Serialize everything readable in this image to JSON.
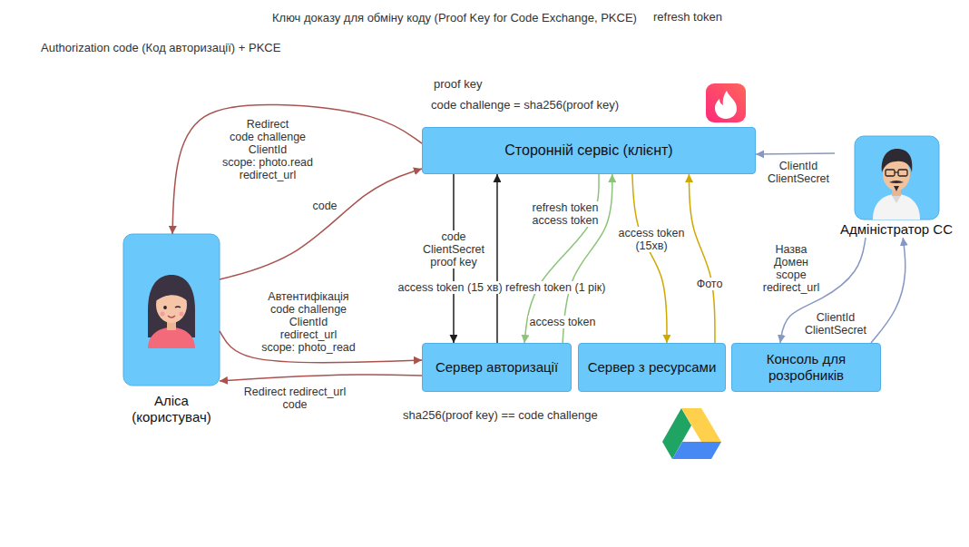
{
  "diagram": {
    "title": "Authorization code (Код авторизації) + PKCE",
    "nodes": [
      {
        "text": [
          "Сторонній сервіс (клієнт)"
        ]
      },
      {
        "text": [
          "Адміністратор СС"
        ]
      },
      {
        "text": [
          "Аліса (користувач)"
        ]
      },
      {
        "text": [
          "Сервер авторизації"
        ]
      },
      {
        "text": [
          "Сервер з ресурсами"
        ]
      },
      {
        "text": [
          "Консоль для розробників"
        ]
      }
    ],
    "edges": [
      {
        "from": 0,
        "to": 2,
        "label": "Redirect code challenge ClientId scope: photo.read redirect_url",
        "arrow": "to"
      },
      {
        "from": 2,
        "to": 0,
        "label": "code",
        "arrow": "to"
      },
      {
        "from": 2,
        "to": 3,
        "label": "Автентифікація code challenge ClientId redirect_url scope: photo_read",
        "arrow": "to"
      },
      {
        "from": 3,
        "to": 2,
        "label": "Redirect redirect_url code",
        "arrow": "to"
      },
      {
        "from": 0,
        "to": 3,
        "label": "code ClientSecret proof key",
        "arrow": "to"
      },
      {
        "from": 3,
        "to": 0,
        "label": "access token (15 хв) refresh token (1 рік)",
        "arrow": "to"
      },
      {
        "from": 0,
        "to": 3,
        "label": "refresh token access token",
        "arrow": "to"
      },
      {
        "from": 3,
        "to": 0,
        "label": "access token",
        "arrow": "to"
      },
      {
        "from": 0,
        "to": 4,
        "label": "access token (15хв)",
        "arrow": "to"
      },
      {
        "from": 4,
        "to": 0,
        "label": "Фото",
        "arrow": "to"
      },
      {
        "from": 1,
        "to": 0,
        "label": "ClientId ClientSecret",
        "arrow": "to"
      },
      {
        "from": 1,
        "to": 5,
        "label": "Назва Домен scope redirect_url",
        "arrow": "to"
      },
      {
        "from": 5,
        "to": 1,
        "label": "ClientId ClientSecret",
        "arrow": "to"
      }
    ],
    "labels": [
      "Ключ доказу для обміну коду (Proof Key for Code Exchange, PKCE)",
      "refresh token",
      "proof key",
      "code challenge = sha256(proof key)",
      "sha256(proof key) == code challenge"
    ]
  }
}
